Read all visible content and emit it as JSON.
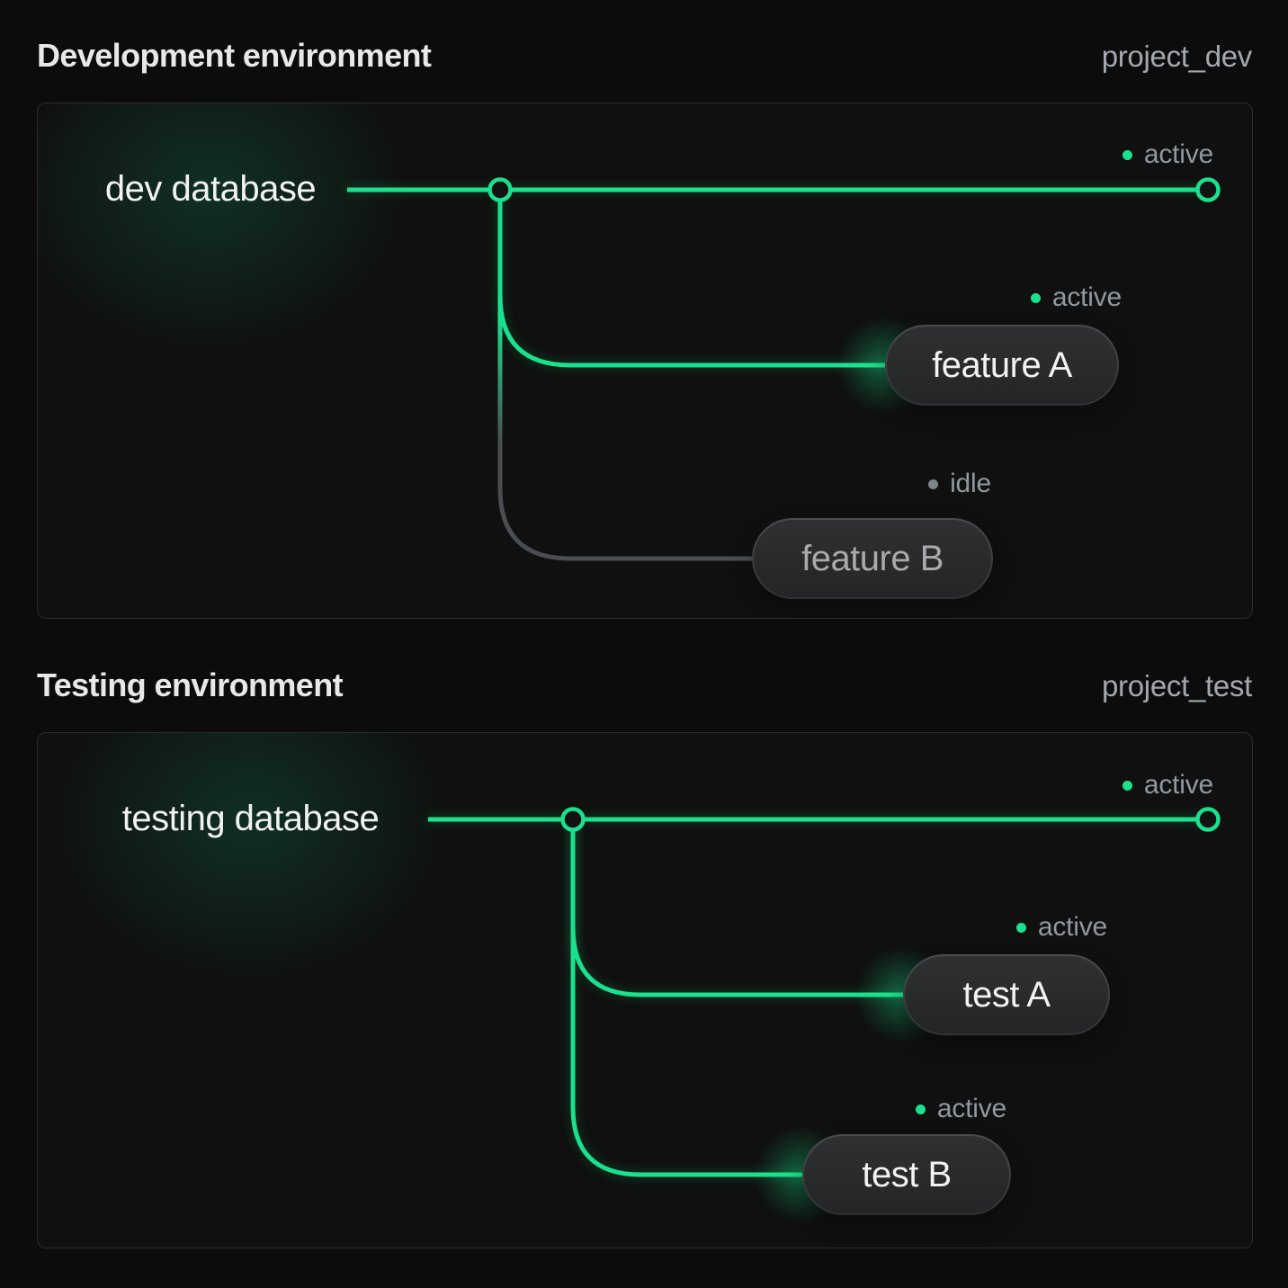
{
  "colors": {
    "accent_green": "#1AE28C",
    "idle_gray": "#4A4E52",
    "status_text": "#9098A0",
    "title_text": "#E7E9E8",
    "project_text": "#A3A8AE",
    "page_background": "#0B0C0B",
    "panel_border": "#2B2E2C"
  },
  "environments": [
    {
      "title": "Development environment",
      "project": "project_dev",
      "root": {
        "label": "dev database"
      },
      "main_branch": {
        "status": "active"
      },
      "branches": [
        {
          "label": "feature A",
          "status": "active"
        },
        {
          "label": "feature B",
          "status": "idle"
        }
      ]
    },
    {
      "title": "Testing environment",
      "project": "project_test",
      "root": {
        "label": "testing database"
      },
      "main_branch": {
        "status": "active"
      },
      "branches": [
        {
          "label": "test A",
          "status": "active"
        },
        {
          "label": "test B",
          "status": "active"
        }
      ]
    }
  ]
}
